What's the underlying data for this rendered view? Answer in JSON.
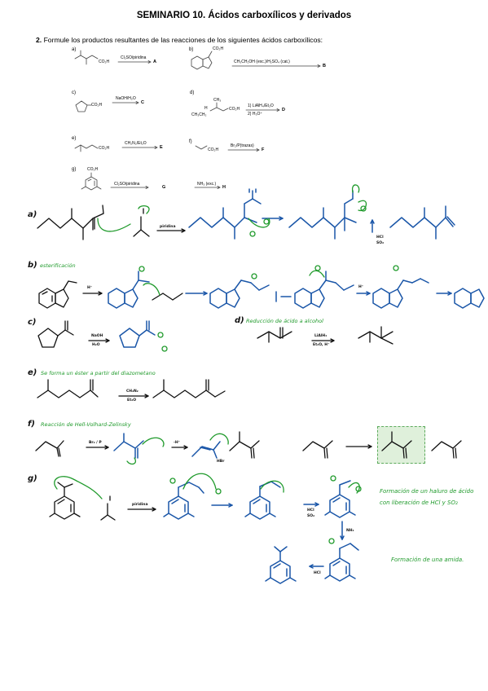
{
  "title": "SEMINARIO 10. Ácidos carboxílicos y derivados",
  "statement": {
    "number": "2.",
    "text": "Formule los productos resultantes de las reacciones de los siguientes ácidos carboxílicos:"
  },
  "problems": [
    {
      "label": "a)",
      "group": "CO₂H",
      "reagent": "Cl₂SO/piridina",
      "product": "A"
    },
    {
      "label": "b)",
      "group": "CO₂H",
      "reagent": "CH₃CH₂OH (exc.)/H₂SO₄ (cat.)",
      "product": "B"
    },
    {
      "label": "c)",
      "group": "CO₂H",
      "reagent": "NaOH/H₂O",
      "product": "C"
    },
    {
      "label": "d)",
      "group": "CO₂H",
      "reagent_1": "1) LiAlH₄/Et₂O",
      "reagent_2": "2) H₃O⁺",
      "product": "D",
      "extra": [
        "CH₃",
        "H",
        "CH₃CH₂"
      ]
    },
    {
      "label": "e)",
      "group": "CO₂H",
      "reagent": "CH₂N₂/Et₂O",
      "product": "E"
    },
    {
      "label": "f)",
      "group": "CO₂H",
      "reagent": "Br₂/P(trazas)",
      "product": "F"
    },
    {
      "label": "g)",
      "group": "CO₂H",
      "reagent": "Cl₂SO/piridina",
      "product": "G",
      "reagent_2": "NH₃ (exc.)",
      "product_2": "H"
    }
  ],
  "handwritten": {
    "a": {
      "label": "a)",
      "reagent": "piridina",
      "byproducts": [
        "HCl",
        "SO₂"
      ]
    },
    "b": {
      "label": "b)",
      "note": "esterificación",
      "reagent": "H⁺"
    },
    "c": {
      "label": "c)",
      "reagent_1": "NaOH",
      "reagent_2": "H₂O"
    },
    "d": {
      "label": "d)",
      "note": "Reducción de ácido a alcohol",
      "reagent_1": "LiAlH₄",
      "reagent_2": "Et₂O, H⁺"
    },
    "e": {
      "label": "e)",
      "note": "Se forma un éster a partir del diazometano",
      "reagent_1": "CH₂N₂",
      "reagent_2": "Et₂O"
    },
    "f": {
      "label": "f)",
      "note": "Reacción de Hell-Volhard-Zelinsky",
      "reagent": "Br₂ / P",
      "step": "-H⁺",
      "byproduct": "HBr"
    },
    "g": {
      "label": "g)",
      "reagent": "piridina",
      "byproducts": [
        "HCl",
        "SO₂"
      ],
      "reagent_2": "NH₃",
      "byproduct_2": "HCl",
      "note_1": "Formación de un haluro de ácido con liberación de HCl y SO₂",
      "note_2": "Formación de una amida."
    }
  }
}
